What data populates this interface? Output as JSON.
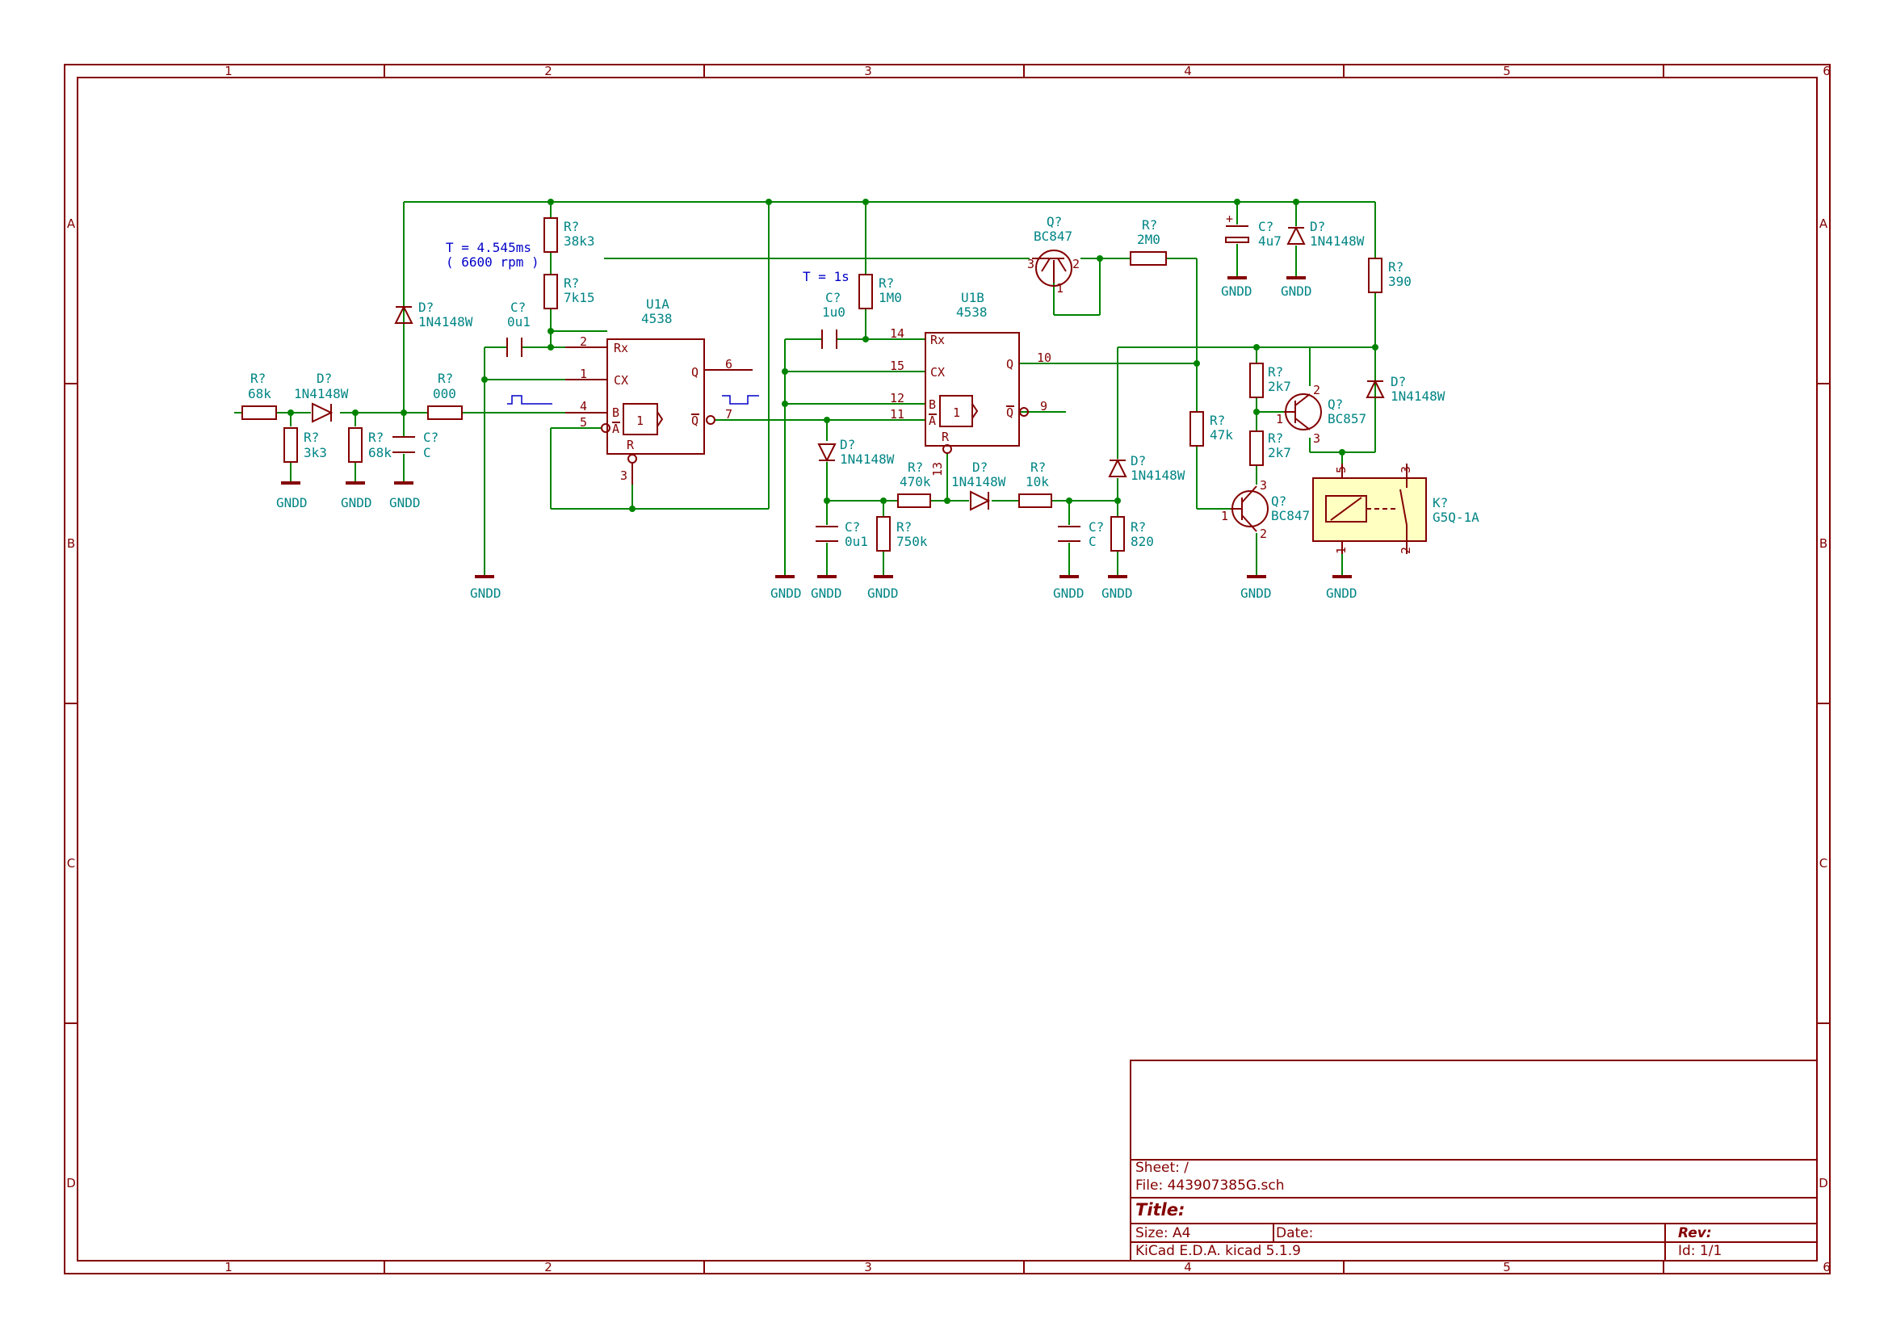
{
  "frame": {
    "columns": [
      "1",
      "2",
      "3",
      "4",
      "5",
      "6"
    ],
    "rows": [
      "A",
      "B",
      "C",
      "D"
    ]
  },
  "title_block": {
    "sheet": "Sheet: /",
    "file": "File: 443907385G.sch",
    "title": "Title:",
    "size": "Size: A4",
    "date": "Date:",
    "rev": "Rev:",
    "tool": "KiCad E.D.A.  kicad 5.1.9",
    "id": "Id: 1/1"
  },
  "notes": {
    "period1": "T = 4.545ms",
    "rpm": "( 6600 rpm )",
    "period2": "T = 1s"
  },
  "components": {
    "r_in": {
      "ref": "R?",
      "value": "68k"
    },
    "d_in": {
      "ref": "D?",
      "value": "1N4148W"
    },
    "r_3k3": {
      "ref": "R?",
      "value": "3k3"
    },
    "r_68k2": {
      "ref": "R?",
      "value": "68k"
    },
    "c_in": {
      "ref": "C?",
      "value": "C"
    },
    "d_clamp": {
      "ref": "D?",
      "value": "1N4148W"
    },
    "r_000": {
      "ref": "R?",
      "value": "000"
    },
    "c_0u1a": {
      "ref": "C?",
      "value": "0u1"
    },
    "r_38k3": {
      "ref": "R?",
      "value": "38k3"
    },
    "r_7k15": {
      "ref": "R?",
      "value": "7k15"
    },
    "u1a": {
      "ref": "U1A",
      "value": "4538"
    },
    "c_1u0": {
      "ref": "C?",
      "value": "1u0"
    },
    "r_1m0": {
      "ref": "R?",
      "value": "1M0"
    },
    "u1b": {
      "ref": "U1B",
      "value": "4538"
    },
    "q_top": {
      "ref": "Q?",
      "value": "BC847"
    },
    "r_2m0": {
      "ref": "R?",
      "value": "2M0"
    },
    "c_4u7": {
      "ref": "C?",
      "value": "4u7"
    },
    "d_top": {
      "ref": "D?",
      "value": "1N4148W"
    },
    "r_390": {
      "ref": "R?",
      "value": "390"
    },
    "d_mid": {
      "ref": "D?",
      "value": "1N4148W"
    },
    "r_470k": {
      "ref": "R?",
      "value": "470k"
    },
    "d_13": {
      "ref": "D?",
      "value": "1N4148W"
    },
    "r_10k": {
      "ref": "R?",
      "value": "10k"
    },
    "c_0u1b": {
      "ref": "C?",
      "value": "0u1"
    },
    "r_750k": {
      "ref": "R?",
      "value": "750k"
    },
    "c_c2": {
      "ref": "C?",
      "value": "C"
    },
    "r_820": {
      "ref": "R?",
      "value": "820"
    },
    "d_820": {
      "ref": "D?",
      "value": "1N4148W"
    },
    "r_47k": {
      "ref": "R?",
      "value": "47k"
    },
    "r_2k7a": {
      "ref": "R?",
      "value": "2k7"
    },
    "r_2k7b": {
      "ref": "R?",
      "value": "2k7"
    },
    "q_pnp": {
      "ref": "Q?",
      "value": "BC857"
    },
    "q_drv": {
      "ref": "Q?",
      "value": "BC847"
    },
    "d_relay": {
      "ref": "D?",
      "value": "1N4148W"
    },
    "k_relay": {
      "ref": "K?",
      "value": "G5Q-1A"
    }
  },
  "ground_label": "GNDD",
  "u1_pins": {
    "rx": "Rx",
    "cx": "CX",
    "b": "B",
    "a": "A",
    "q": "Q",
    "qbar": "Q",
    "one": "1",
    "reset": "R"
  },
  "pin_numbers": {
    "a2": "2",
    "a1": "1",
    "a4": "4",
    "a5": "5",
    "a6": "6",
    "a7": "7",
    "a3": "3",
    "b14": "14",
    "b15": "15",
    "b12": "12",
    "b11": "11",
    "b10": "10",
    "b9": "9",
    "b13": "13",
    "q1": "1",
    "q2": "2",
    "q3": "3",
    "k5": "5",
    "k3": "3",
    "k1": "1",
    "k2": "2"
  }
}
